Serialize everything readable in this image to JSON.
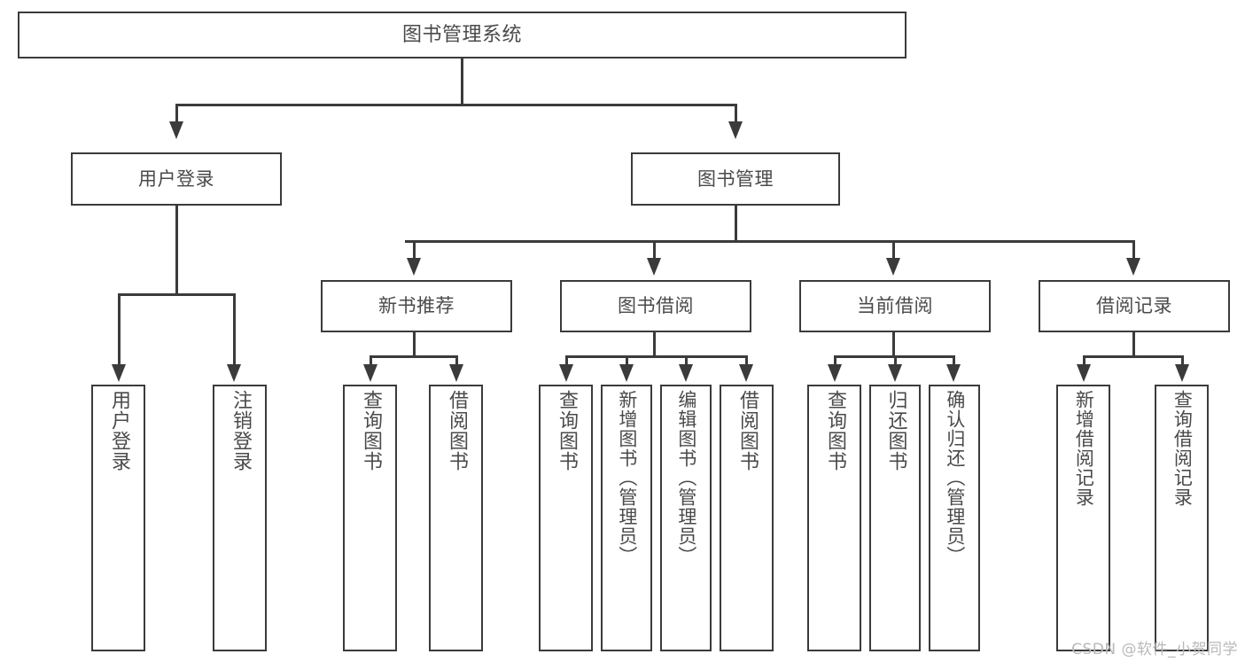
{
  "diagram": {
    "title": "图书管理系统",
    "type": "tree-hierarchy-chart",
    "root": {
      "label": "图书管理系统"
    },
    "level2": [
      {
        "label": "用户登录"
      },
      {
        "label": "图书管理"
      }
    ],
    "level3": [
      {
        "label": "新书推荐"
      },
      {
        "label": "图书借阅"
      },
      {
        "label": "当前借阅"
      },
      {
        "label": "借阅记录"
      }
    ],
    "leaves": {
      "user_login": [
        {
          "label": "用户登录"
        },
        {
          "label": "注销登录"
        }
      ],
      "new_book_recommend": [
        {
          "label": "查询图书"
        },
        {
          "label": "借阅图书"
        }
      ],
      "book_borrow": [
        {
          "label": "查询图书"
        },
        {
          "label": "新增图书（管理员）"
        },
        {
          "label": "编辑图书（管理员）"
        },
        {
          "label": "借阅图书"
        }
      ],
      "current_borrow": [
        {
          "label": "查询图书"
        },
        {
          "label": "归还图书"
        },
        {
          "label": "确认归还（管理员）"
        }
      ],
      "borrow_record": [
        {
          "label": "新增借阅记录"
        },
        {
          "label": "查询借阅记录"
        }
      ]
    }
  },
  "watermark": {
    "text": "CSDN @软件_小贺同学"
  },
  "colors": {
    "stroke": "#3b3b3b",
    "text": "#4a4a4a",
    "background": "#ffffff",
    "watermark": "#b9b9b9"
  }
}
